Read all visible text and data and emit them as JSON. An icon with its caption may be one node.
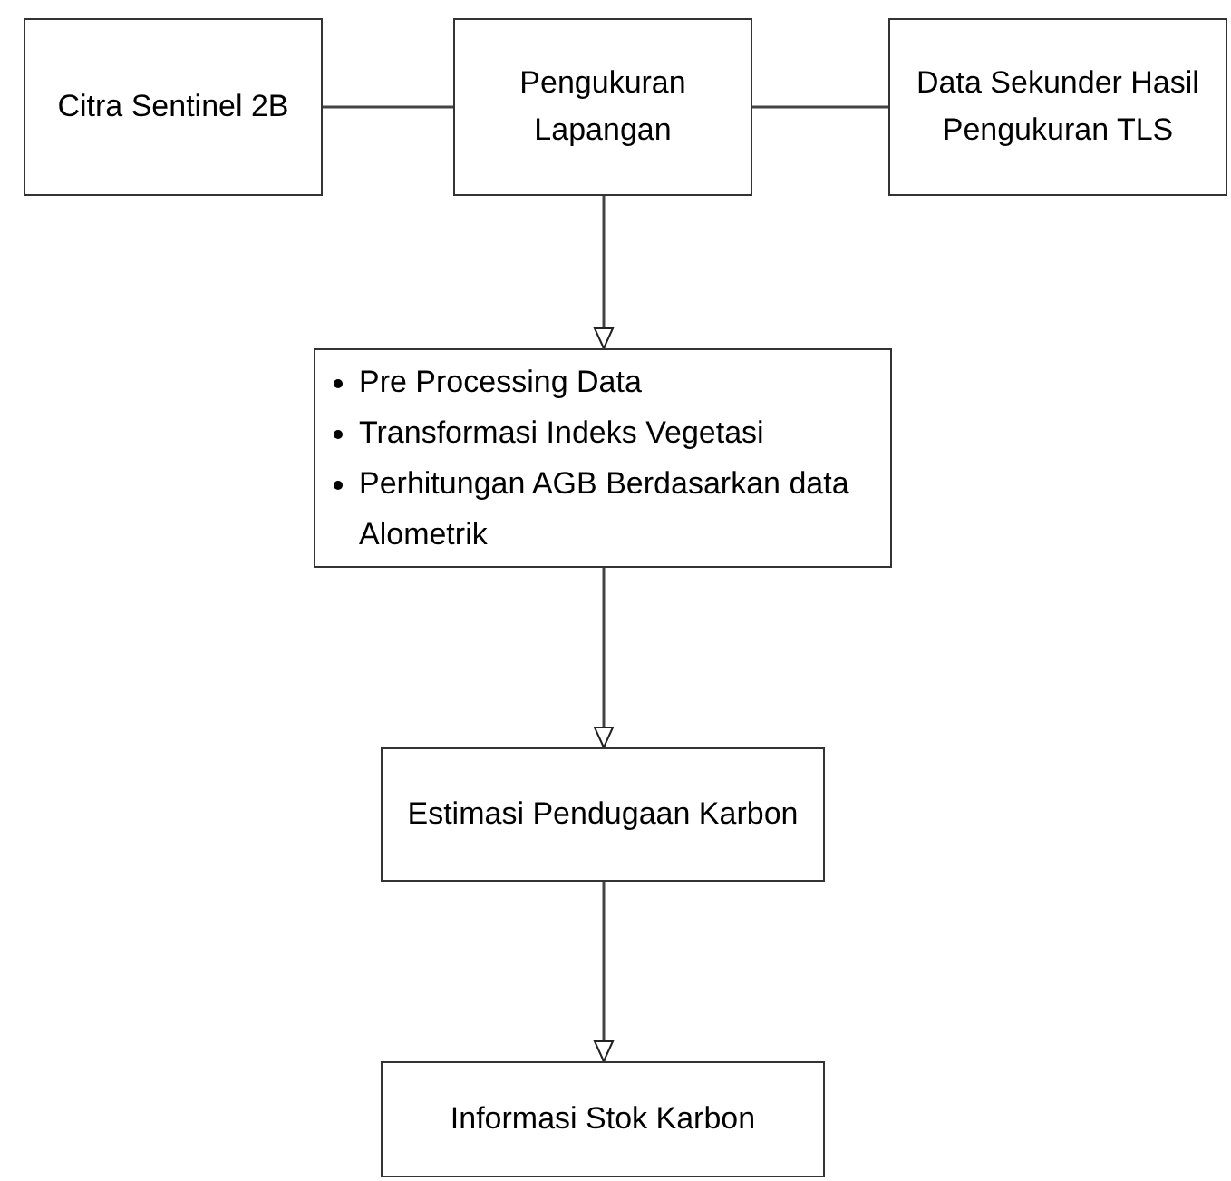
{
  "diagram": {
    "nodes": [
      {
        "text": [
          "Citra Sentinel 2B"
        ]
      },
      {
        "text": [
          "Pengukuran Lapangan"
        ]
      },
      {
        "text": [
          "Data Sekunder Hasil Pengukuran TLS"
        ]
      },
      {
        "text": [
          "Pre Processing Data",
          "Transformasi Indeks Vegetasi",
          "Perhitungan AGB Berdasarkan data Alometrik"
        ]
      },
      {
        "text": [
          "Estimasi Pendugaan Karbon"
        ]
      },
      {
        "text": [
          "Informasi Stok Karbon"
        ]
      }
    ],
    "edges": [
      {
        "from": 0,
        "to": 1,
        "arrow": "none"
      },
      {
        "from": 1,
        "to": 2,
        "arrow": "none"
      },
      {
        "from": 1,
        "to": 3,
        "arrow": "to"
      },
      {
        "from": 3,
        "to": 4,
        "arrow": "to"
      },
      {
        "from": 4,
        "to": 5,
        "arrow": "to"
      }
    ]
  }
}
